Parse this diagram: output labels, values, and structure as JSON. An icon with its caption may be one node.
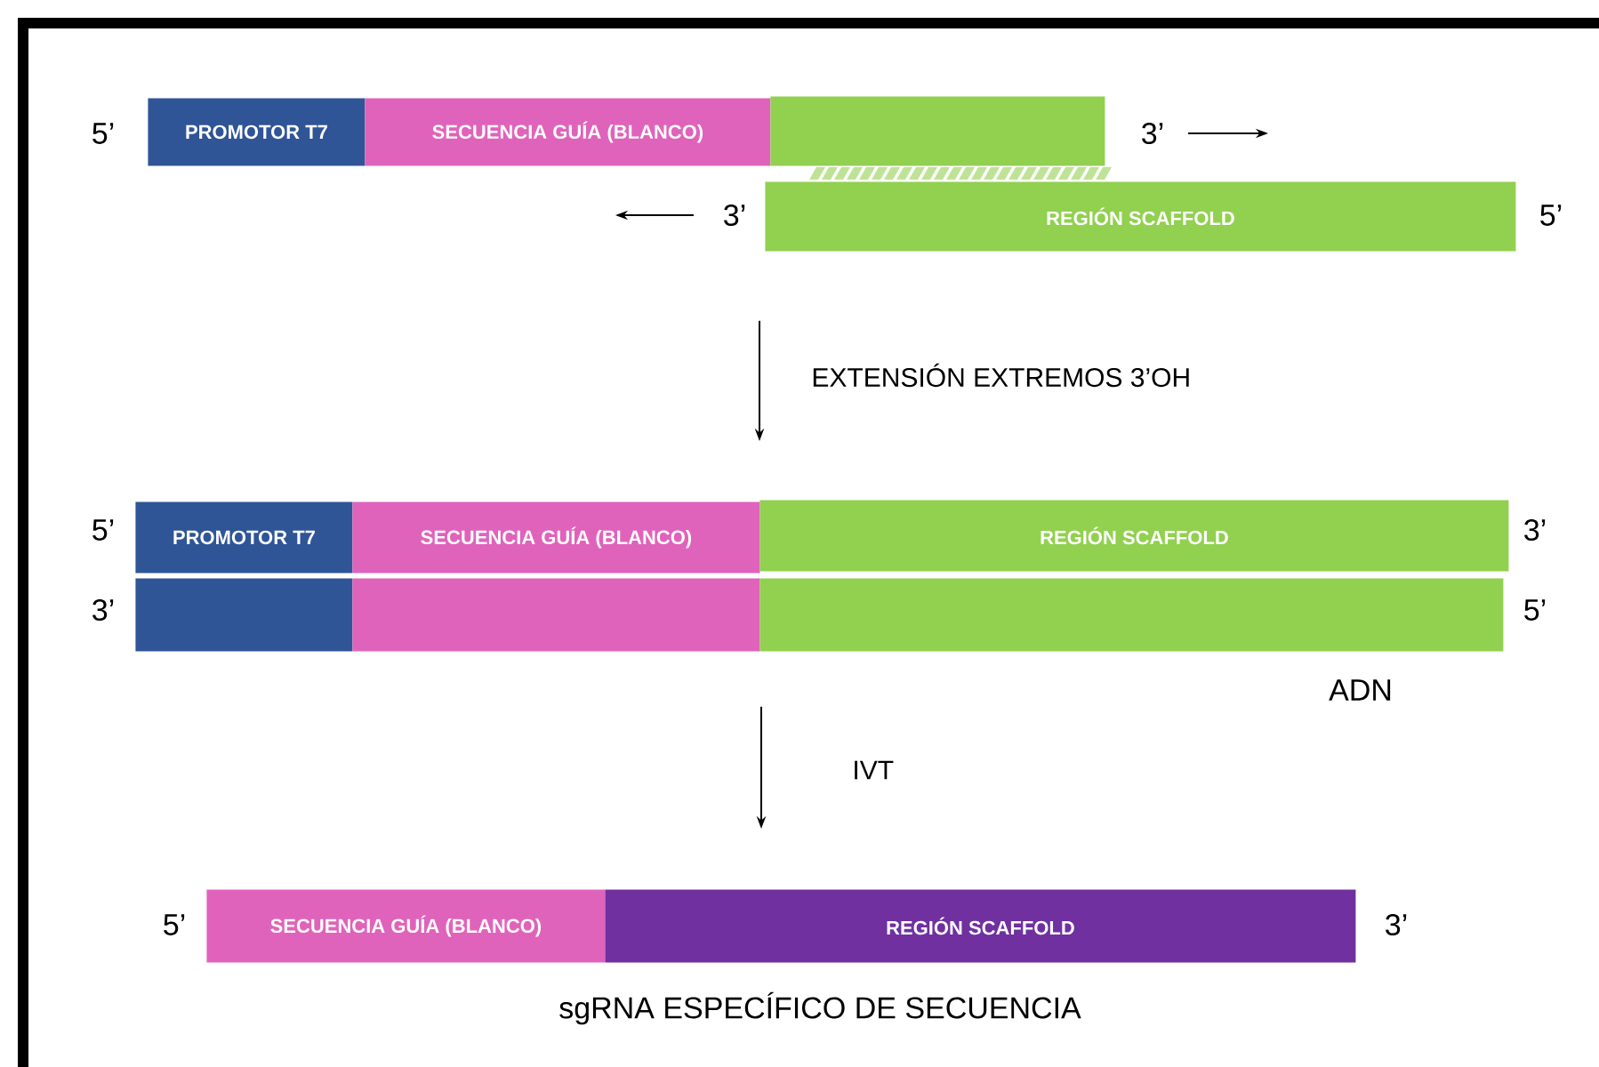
{
  "diagram": {
    "nodes": [
      {
        "text": [
          "PROMOTOR T7"
        ]
      },
      {
        "text": [
          "SECUENCIA GUÍA (BLANCO)"
        ]
      },
      {
        "text": [],
        "shape": "box"
      },
      {
        "text": [
          "REGIÓN SCAFFOLD"
        ]
      },
      {
        "text": [
          "PROMOTOR T7"
        ]
      },
      {
        "text": [
          "SECUENCIA GUÍA (BLANCO)"
        ]
      },
      {
        "text": [
          "REGIÓN SCAFFOLD"
        ]
      },
      {
        "text": [],
        "shape": "box"
      },
      {
        "text": [],
        "shape": "box"
      },
      {
        "text": [],
        "shape": "box"
      },
      {
        "text": [
          "SECUENCIA GUÍA (BLANCO)"
        ]
      },
      {
        "text": [
          "REGIÓN SCAFFOLD"
        ]
      }
    ],
    "edges": [
      {
        "from": 3,
        "to": 6,
        "arrow": "to",
        "label": "EXTENSIÓN EXTREMOS 3’OH"
      },
      {
        "from": 9,
        "to": 11,
        "arrow": "to",
        "label": "IVT"
      }
    ],
    "labels": [
      "5’",
      "3’",
      "3’",
      "5’",
      "5’",
      "3’",
      "3’",
      "5’",
      "ADN",
      "5’",
      "3’",
      "sgRNA ESPECÍFICO DE SECUENCIA"
    ]
  }
}
